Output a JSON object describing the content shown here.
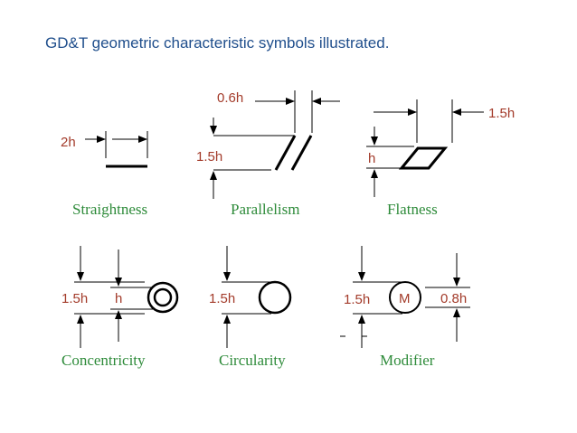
{
  "title": "GD&T geometric characteristic symbols illustrated.",
  "symbols": [
    {
      "name": "Straightness",
      "dims": [
        "2h"
      ]
    },
    {
      "name": "Parallelism",
      "dims": [
        "0.6h",
        "1.5h"
      ]
    },
    {
      "name": "Flatness",
      "dims": [
        "1.5h",
        "h"
      ]
    },
    {
      "name": "Concentricity",
      "dims": [
        "1.5h",
        "h"
      ]
    },
    {
      "name": "Circularity",
      "dims": [
        "1.5h"
      ]
    },
    {
      "name": "Modifier",
      "dims": [
        "1.5h",
        "M",
        "0.8h"
      ]
    }
  ],
  "colors": {
    "title": "#1f4e8c",
    "dimension": "#a33b2a",
    "label": "#2e8b3a",
    "line": "#000000"
  }
}
